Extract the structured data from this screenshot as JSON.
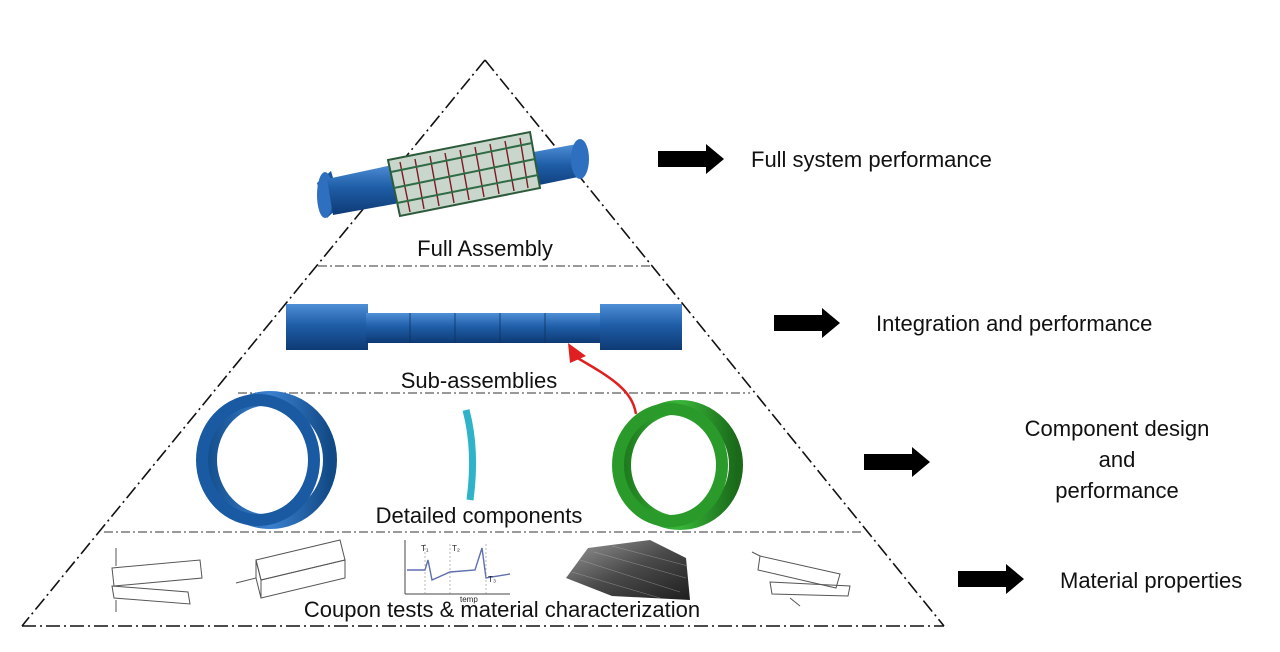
{
  "pyramid": {
    "tiers": [
      {
        "label": "Full Assembly",
        "outcome": "Full system performance"
      },
      {
        "label": "Sub-assemblies",
        "outcome": "Integration and performance"
      },
      {
        "label": "Detailed components",
        "outcome_lines": [
          "Component design",
          "and",
          "performance"
        ]
      },
      {
        "label": "Coupon tests & material characterization",
        "outcome": "Material properties"
      }
    ]
  },
  "coupon_plot": {
    "tick_1": "T₁",
    "tick_2": "T₂",
    "tick_3": "T₃",
    "x_label": "temp"
  },
  "colors": {
    "assembly_blue": "#1f5ea8",
    "component_green": "#2a9a2a",
    "highlight_red": "#e02020",
    "bar_cyan": "#2fb3c8",
    "arrow_black": "#000000"
  }
}
